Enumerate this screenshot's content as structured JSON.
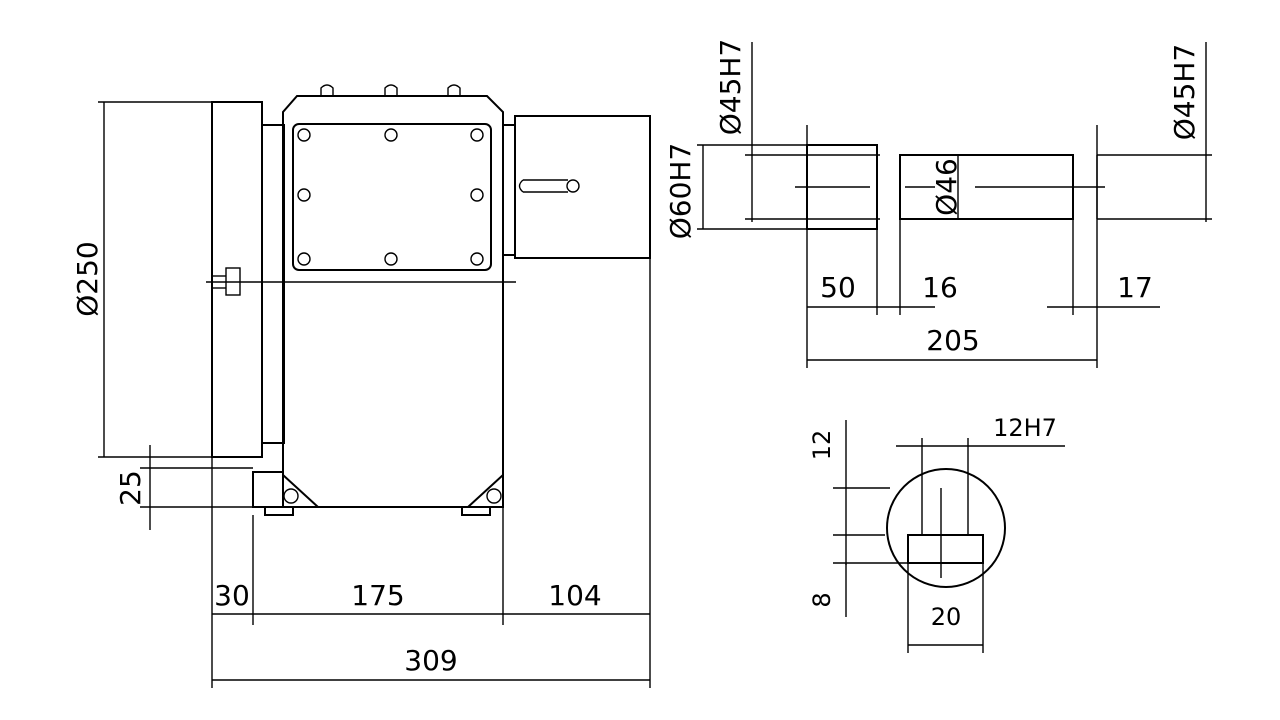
{
  "front_view": {
    "dia_250": "Ø250",
    "h_25": "25",
    "w_30": "30",
    "w_175": "175",
    "w_104": "104",
    "w_309": "309"
  },
  "shaft_view": {
    "dia_45h7_left": "Ø45H7",
    "dia_45h7_right": "Ø45H7",
    "dia_60h7": "Ø60H7",
    "dia_46": "Ø46",
    "len_50": "50",
    "len_16": "16",
    "len_17": "17",
    "len_205": "205"
  },
  "keyway_view": {
    "key_12h7": "12H7",
    "h_12": "12",
    "h_8": "8",
    "w_20": "20"
  }
}
